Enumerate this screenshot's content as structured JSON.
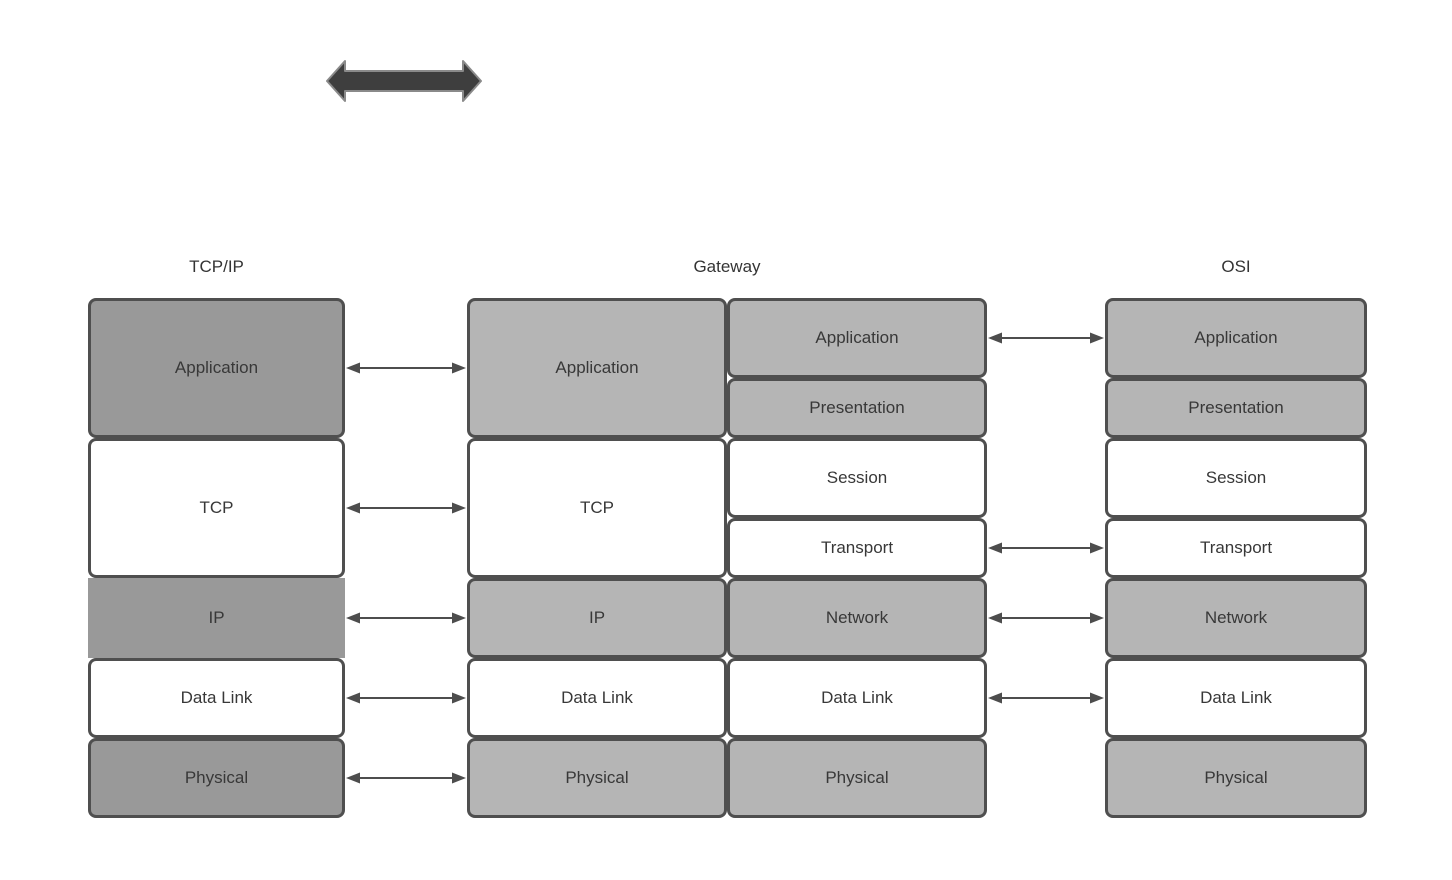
{
  "icons": {
    "top_double_arrow": "double-headed-arrow"
  },
  "colors": {
    "tcpip_dark_fill": "#999999",
    "gateway_osi_fill": "#b5b5b5",
    "white_fill": "#ffffff",
    "box_border": "#4f4f4f",
    "arrow_color": "#4d4d4d",
    "thick_arrow_fill": "#3e3e3e",
    "thick_arrow_outline": "#8a8a8a",
    "text_color": "#383838"
  },
  "tcpip": {
    "header": "TCP/IP",
    "layers": [
      "Application",
      "TCP",
      "IP",
      "Data Link",
      "Physical"
    ]
  },
  "gateway": {
    "header": "Gateway",
    "left_layers": [
      "Application",
      "TCP",
      "IP",
      "Data Link",
      "Physical"
    ],
    "right_layers": [
      "Application",
      "Presentation",
      "Session",
      "Transport",
      "Network",
      "Data Link",
      "Physical"
    ]
  },
  "osi": {
    "header": "OSI",
    "layers": [
      "Application",
      "Presentation",
      "Session",
      "Transport",
      "Network",
      "Data Link",
      "Physical"
    ]
  }
}
